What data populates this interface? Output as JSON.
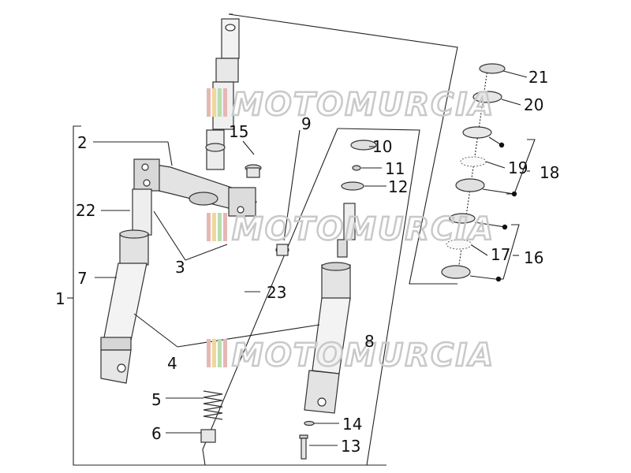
{
  "watermark": {
    "text": "MOTOMURCIA",
    "stripe_colors": [
      "#e7b7b3",
      "#f0d79a",
      "#b9dcb0",
      "#e7b7b3"
    ]
  },
  "part_labels": {
    "p1": "1",
    "p2": "2",
    "p3": "3",
    "p4": "4",
    "p5": "5",
    "p6": "6",
    "p7": "7",
    "p8": "8",
    "p9": "9",
    "p10": "10",
    "p11": "11",
    "p12": "12",
    "p13": "13",
    "p14": "14",
    "p15": "15",
    "p16": "16",
    "p17": "17",
    "p18": "18",
    "p19": "19",
    "p20": "20",
    "p21": "21",
    "p22": "22",
    "p23": "23"
  }
}
